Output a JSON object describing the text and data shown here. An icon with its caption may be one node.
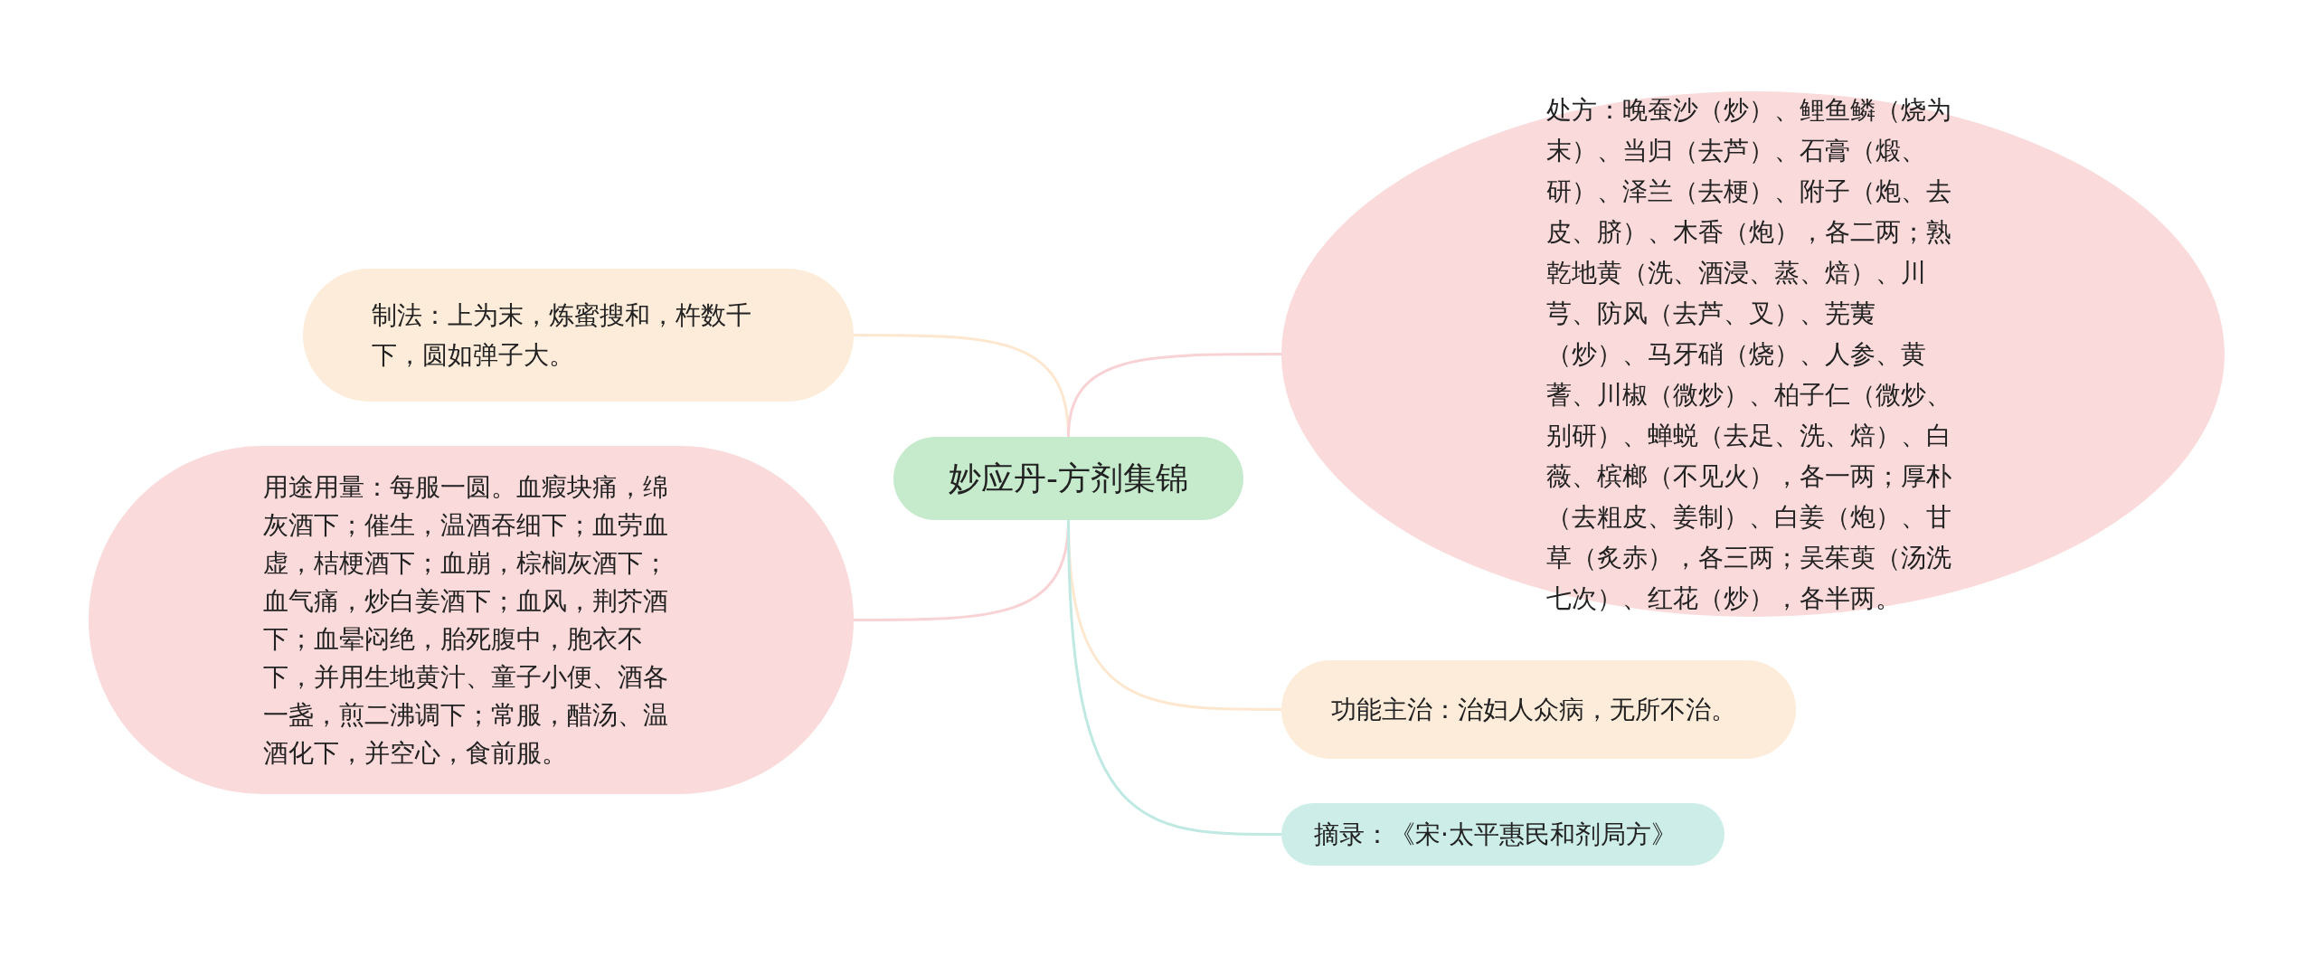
{
  "diagram": {
    "nodes": [
      {
        "text": [
          "妙应丹-方剂集锦"
        ]
      },
      {
        "text": [
          "制法：上为末，炼蜜搜和，杵数千下，圆如弹子大。"
        ]
      },
      {
        "text": [
          "用途用量：每服一圆。血瘕块痛，绵灰酒下；催生，温酒吞细下；血劳血虚，桔梗酒下；血崩，棕榈灰酒下；血气痛，炒白姜酒下；血风，荆芥酒下；血晕闷绝，胎死腹中，胞衣不下，并用生地黄汁、童子小便、酒各一盏，煎二沸调下；常服，醋汤、温酒化下，并空心，食前服。"
        ]
      },
      {
        "text": [
          "处方：晚蚕沙（炒）、鲤鱼鳞（烧为末）、当归（去芦）、石膏（煅、研）、泽兰（去梗）、附子（炮、去皮、脐）、木香（炮），各二两；熟乾地黄（洗、酒浸、蒸、焙）、川芎、防风（去芦、叉）、芜荑（炒）、马牙硝（烧）、人参、黄蓍、川椒（微炒）、柏子仁（微炒、别研）、蝉蜕（去足、洗、焙）、白薇、槟榔（不见火），各一两；厚朴（去粗皮、姜制）、白姜（炮）、甘草（炙赤），各三两；吴茱萸（汤洗七次）、红花（炒），各半两。"
        ]
      },
      {
        "text": [
          "功能主治：治妇人众病，无所不治。"
        ]
      },
      {
        "text": [
          "摘录：《宋·太平惠民和剂局方》"
        ]
      }
    ],
    "edges": [
      {
        "from": 0,
        "to": 1,
        "arrow": "none",
        "color": "#fde7cf"
      },
      {
        "from": 0,
        "to": 2,
        "arrow": "none",
        "color": "#f8d2d4"
      },
      {
        "from": 0,
        "to": 3,
        "arrow": "none",
        "color": "#f8d2d4"
      },
      {
        "from": 0,
        "to": 4,
        "arrow": "none",
        "color": "#fde7cf"
      },
      {
        "from": 0,
        "to": 5,
        "arrow": "none",
        "color": "#bfe9e2"
      }
    ]
  }
}
